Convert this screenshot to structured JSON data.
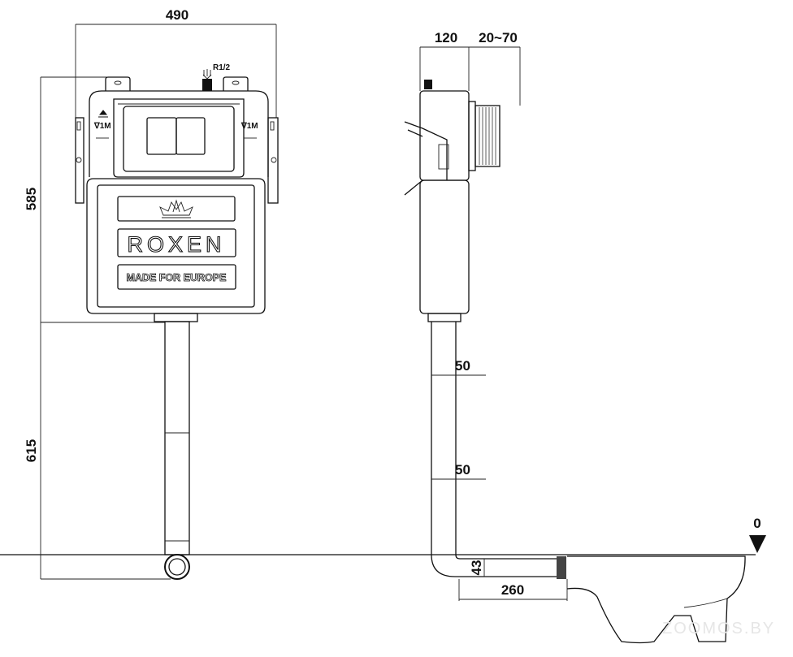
{
  "front_view": {
    "width_label": "490",
    "upper_height_label": "585",
    "lower_height_label": "615",
    "inlet_label": "R1/2",
    "level_mark_left": "∇1M",
    "level_mark_right": "∇1M",
    "brand_name": "ROXEN",
    "tagline": "MADE FOR EUROPE"
  },
  "side_view": {
    "depth_label": "120",
    "adjust_label": "20~70",
    "pipe_segment_1_label": "50",
    "pipe_segment_2_label": "50",
    "outlet_height_label": "43",
    "outlet_length_label": "260",
    "floor_level_label": "0"
  },
  "watermark": "ZOOMOS.BY"
}
